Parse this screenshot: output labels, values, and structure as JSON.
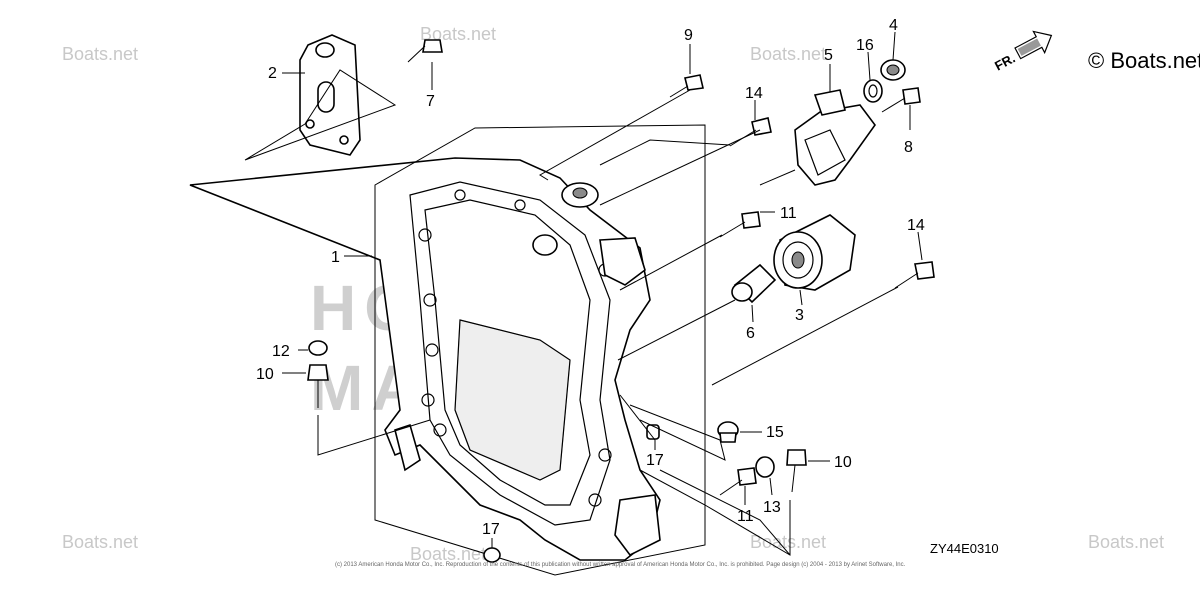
{
  "diagram": {
    "code": "ZY44E0310",
    "watermark": "© Boats.net",
    "watermark_tile": "Boats.net",
    "fr_label": "FR.",
    "background_logo_line1": "HONDA",
    "background_logo_line2": "MARINE",
    "copyright": "(c) 2013 American Honda Motor Co., Inc. Reproduction of the contents of this publication without written approval of American Honda Motor Co., Inc. is prohibited. Page design (c) 2004 - 2013 by Arinet Software, Inc."
  },
  "callouts": [
    {
      "id": "c1",
      "label": "1"
    },
    {
      "id": "c2",
      "label": "2"
    },
    {
      "id": "c3",
      "label": "3"
    },
    {
      "id": "c4",
      "label": "4"
    },
    {
      "id": "c5",
      "label": "5"
    },
    {
      "id": "c6",
      "label": "6"
    },
    {
      "id": "c7",
      "label": "7"
    },
    {
      "id": "c8",
      "label": "8"
    },
    {
      "id": "c9",
      "label": "9"
    },
    {
      "id": "c10a",
      "label": "10"
    },
    {
      "id": "c10b",
      "label": "10"
    },
    {
      "id": "c11a",
      "label": "11"
    },
    {
      "id": "c11b",
      "label": "11"
    },
    {
      "id": "c12",
      "label": "12"
    },
    {
      "id": "c13",
      "label": "13"
    },
    {
      "id": "c14a",
      "label": "14"
    },
    {
      "id": "c14b",
      "label": "14"
    },
    {
      "id": "c15",
      "label": "15"
    },
    {
      "id": "c16",
      "label": "16"
    },
    {
      "id": "c17a",
      "label": "17"
    },
    {
      "id": "c17b",
      "label": "17"
    }
  ]
}
